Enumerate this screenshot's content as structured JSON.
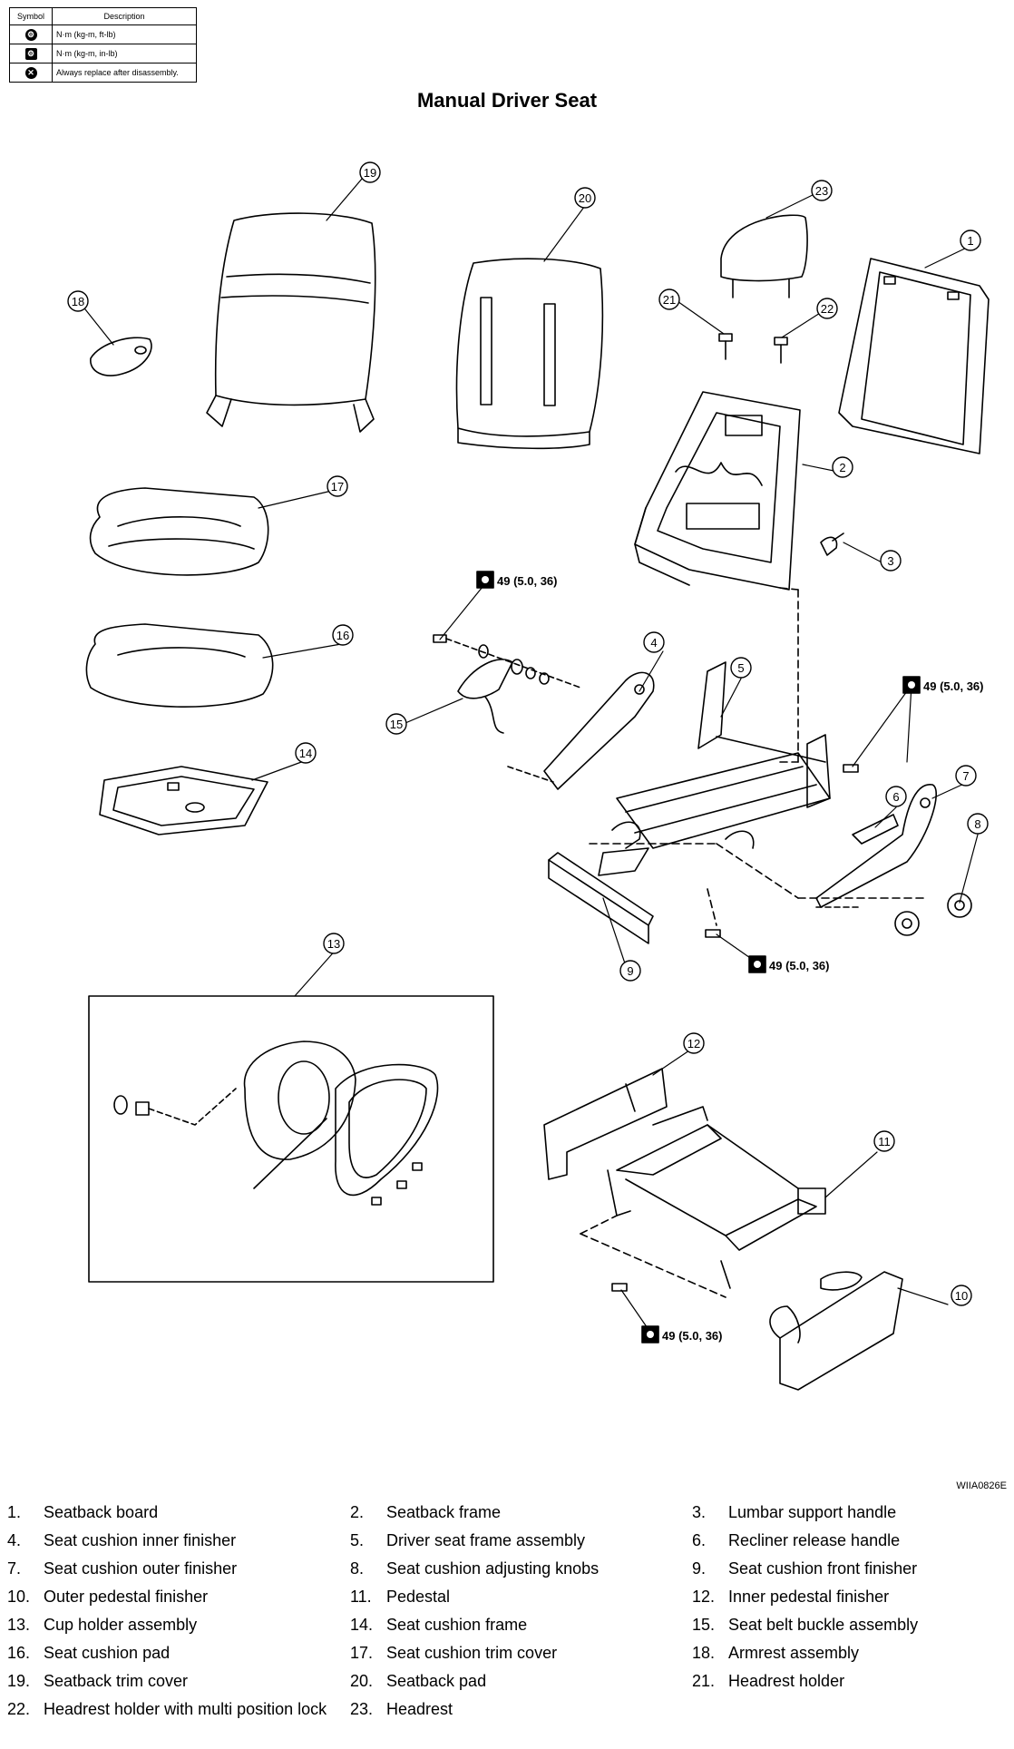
{
  "legend": {
    "header_symbol": "Symbol",
    "header_description": "Description",
    "rows": [
      {
        "icon": "torque-wrench-icon",
        "description": "N·m (kg-m, ft-lb)"
      },
      {
        "icon": "torque-wrench-small-icon",
        "description": "N·m (kg-m, in-lb)"
      },
      {
        "icon": "replace-part-icon",
        "description": "Always replace after disassembly."
      }
    ]
  },
  "title": "Manual Driver Seat",
  "figure_code": "WIIA0826E",
  "torque_label": "49 (5.0, 36)",
  "callouts": [
    "1",
    "2",
    "3",
    "4",
    "5",
    "6",
    "7",
    "8",
    "9",
    "10",
    "11",
    "12",
    "13",
    "14",
    "15",
    "16",
    "17",
    "18",
    "19",
    "20",
    "21",
    "22",
    "23"
  ],
  "parts": [
    {
      "num": "1.",
      "name": "Seatback board"
    },
    {
      "num": "2.",
      "name": "Seatback frame"
    },
    {
      "num": "3.",
      "name": "Lumbar support handle"
    },
    {
      "num": "4.",
      "name": "Seat cushion inner finisher"
    },
    {
      "num": "5.",
      "name": "Driver seat frame assembly"
    },
    {
      "num": "6.",
      "name": "Recliner release handle"
    },
    {
      "num": "7.",
      "name": "Seat cushion outer finisher"
    },
    {
      "num": "8.",
      "name": "Seat cushion adjusting knobs"
    },
    {
      "num": "9.",
      "name": "Seat cushion front finisher"
    },
    {
      "num": "10.",
      "name": "Outer pedestal finisher"
    },
    {
      "num": "11.",
      "name": "Pedestal"
    },
    {
      "num": "12.",
      "name": "Inner pedestal finisher"
    },
    {
      "num": "13.",
      "name": "Cup holder assembly"
    },
    {
      "num": "14.",
      "name": "Seat cushion frame"
    },
    {
      "num": "15.",
      "name": "Seat belt buckle assembly"
    },
    {
      "num": "16.",
      "name": "Seat cushion pad"
    },
    {
      "num": "17.",
      "name": "Seat cushion trim cover"
    },
    {
      "num": "18.",
      "name": "Armrest assembly"
    },
    {
      "num": "19.",
      "name": "Seatback trim cover"
    },
    {
      "num": "20.",
      "name": "Seatback pad"
    },
    {
      "num": "21.",
      "name": "Headrest holder"
    },
    {
      "num": "22.",
      "name": "Headrest holder with multi position lock"
    },
    {
      "num": "23.",
      "name": "Headrest"
    }
  ]
}
